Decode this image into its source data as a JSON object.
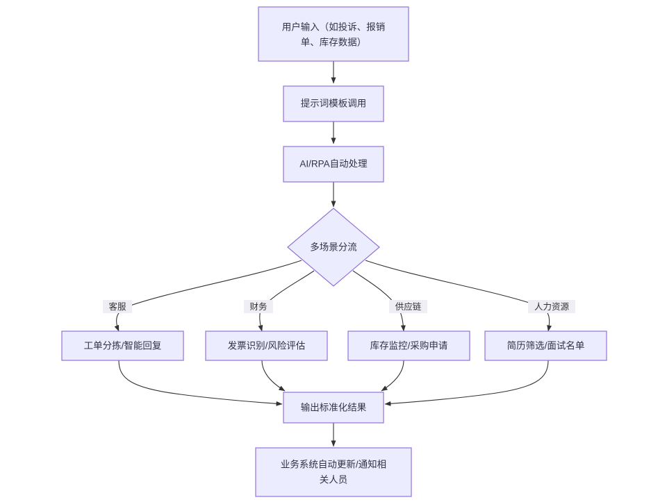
{
  "diagram": {
    "type": "flowchart",
    "direction": "top-to-bottom",
    "background_color": "#ffffff",
    "node_fill_color": "#ececff",
    "node_border_color": "#9370db",
    "edge_color": "#333333",
    "text_color": "#333344",
    "edge_label_bg_color": "#eeeef4",
    "nodes": [
      {
        "id": "input",
        "shape": "rect",
        "lines": [
          "用户输入（如投诉、报销",
          "单、库存数据）"
        ]
      },
      {
        "id": "prompt",
        "shape": "rect",
        "lines": [
          "提示词模板调用"
        ]
      },
      {
        "id": "airpa",
        "shape": "rect",
        "lines": [
          "AI/RPA自动处理"
        ]
      },
      {
        "id": "router",
        "shape": "diamond",
        "lines": [
          "多场景分流"
        ]
      },
      {
        "id": "service",
        "shape": "rect",
        "lines": [
          "工单分拣/智能回复"
        ]
      },
      {
        "id": "finance",
        "shape": "rect",
        "lines": [
          "发票识别/风险评估"
        ]
      },
      {
        "id": "supply",
        "shape": "rect",
        "lines": [
          "库存监控/采购申请"
        ]
      },
      {
        "id": "hr",
        "shape": "rect",
        "lines": [
          "简历筛选/面试名单"
        ]
      },
      {
        "id": "output",
        "shape": "rect",
        "lines": [
          "输出标准化结果"
        ]
      },
      {
        "id": "notify",
        "shape": "rect",
        "lines": [
          "业务系统自动更新/通知相",
          "关人员"
        ]
      }
    ],
    "edge_labels": [
      {
        "id": "label-service",
        "text": "客服"
      },
      {
        "id": "label-finance",
        "text": "财务"
      },
      {
        "id": "label-supply",
        "text": "供应链"
      },
      {
        "id": "label-hr",
        "text": "人力资源"
      }
    ]
  }
}
